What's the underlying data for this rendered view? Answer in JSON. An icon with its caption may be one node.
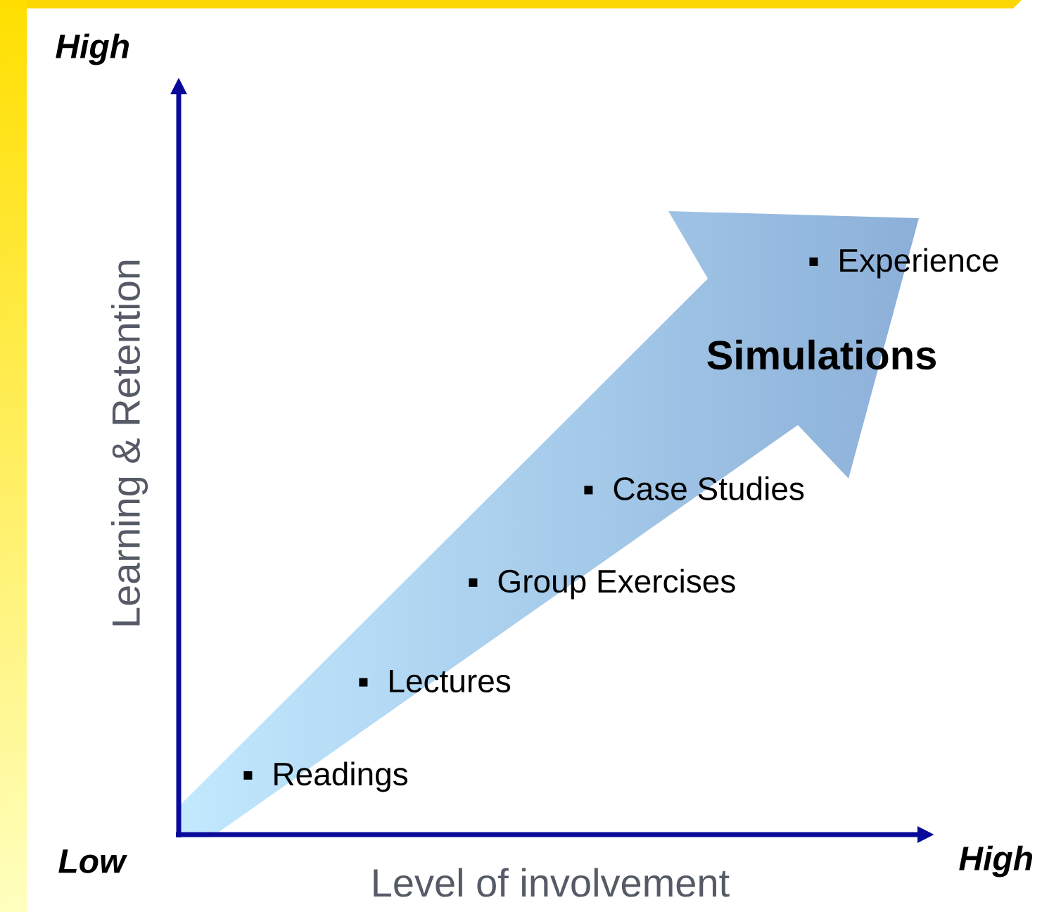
{
  "diagram": {
    "labels": [
      "High",
      "Learning & Retention",
      "Experience",
      "Simulations",
      "Case Studies",
      "Group Exercises",
      "Lectures",
      "Readings",
      "Low",
      "High",
      "Level of involvement"
    ]
  }
}
